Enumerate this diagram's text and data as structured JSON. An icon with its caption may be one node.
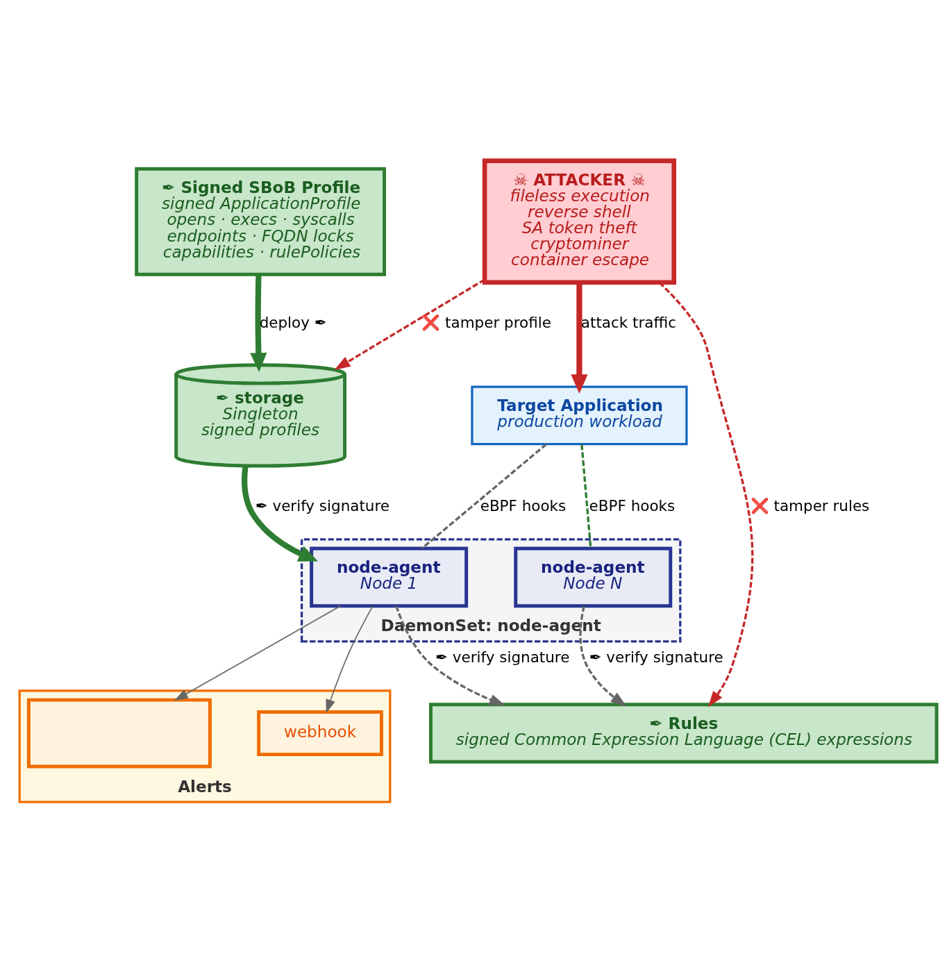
{
  "diagram": {
    "nodes": [
      {
        "text": [
          "✒ Signed SBoB Profile",
          "signed ApplicationProfile",
          "opens · execs · syscalls",
          "endpoints · FQDN locks",
          "capabilities · rulePolicies"
        ]
      },
      {
        "text": [
          "☠ ATTACKER ☠",
          "fileless execution",
          "reverse shell",
          "SA token theft",
          "cryptominer",
          "container escape"
        ]
      },
      {
        "text": [
          "✒ storage",
          "Singleton",
          "signed profiles"
        ]
      },
      {
        "text": [
          "Target Application",
          "production workload"
        ]
      },
      {
        "text": [
          "DaemonSet: node-agent"
        ]
      },
      {
        "text": [
          "node-agent",
          "Node 1"
        ],
        "in": 4
      },
      {
        "text": [
          "node-agent",
          "Node N"
        ],
        "in": 4
      },
      {
        "text": [
          "Alerts"
        ]
      },
      {
        "text": [],
        "shape": "box",
        "in": 7
      },
      {
        "text": [
          "webhook"
        ],
        "in": 7
      },
      {
        "text": [
          "✒ Rules",
          "signed Common Expression Language (CEL) expressions"
        ]
      }
    ],
    "edges": [
      {
        "from": 0,
        "to": 2,
        "arrow": "to",
        "label": "deploy ✒",
        "style": "thick",
        "color": "#2e7d32"
      },
      {
        "from": 1,
        "to": 2,
        "arrow": "to",
        "label": "❌ tamper profile",
        "style": "dashed",
        "color": "#c62828"
      },
      {
        "from": 1,
        "to": 3,
        "arrow": "to",
        "label": "attack traffic",
        "style": "thick",
        "color": "#c62828"
      },
      {
        "from": 1,
        "to": 10,
        "arrow": "to",
        "label": "❌ tamper rules",
        "style": "dashed",
        "color": "#c62828"
      },
      {
        "from": 2,
        "to": 5,
        "arrow": "to",
        "label": "✒ verify signature",
        "style": "thick",
        "color": "#2e7d32"
      },
      {
        "from": 3,
        "to": 5,
        "arrow": "none",
        "label": "eBPF hooks",
        "style": "dashed"
      },
      {
        "from": 3,
        "to": 6,
        "arrow": "none",
        "label": "eBPF hooks",
        "style": "dashed",
        "color": "#2e7d32"
      },
      {
        "from": 5,
        "to": 8,
        "arrow": "to"
      },
      {
        "from": 5,
        "to": 9,
        "arrow": "to"
      },
      {
        "from": 6,
        "to": 10,
        "arrow": "to",
        "label": "✒ verify signature",
        "style": "dashed"
      },
      {
        "from": 5,
        "to": 10,
        "arrow": "to",
        "label": "✒ verify signature",
        "style": "dashed"
      }
    ]
  }
}
